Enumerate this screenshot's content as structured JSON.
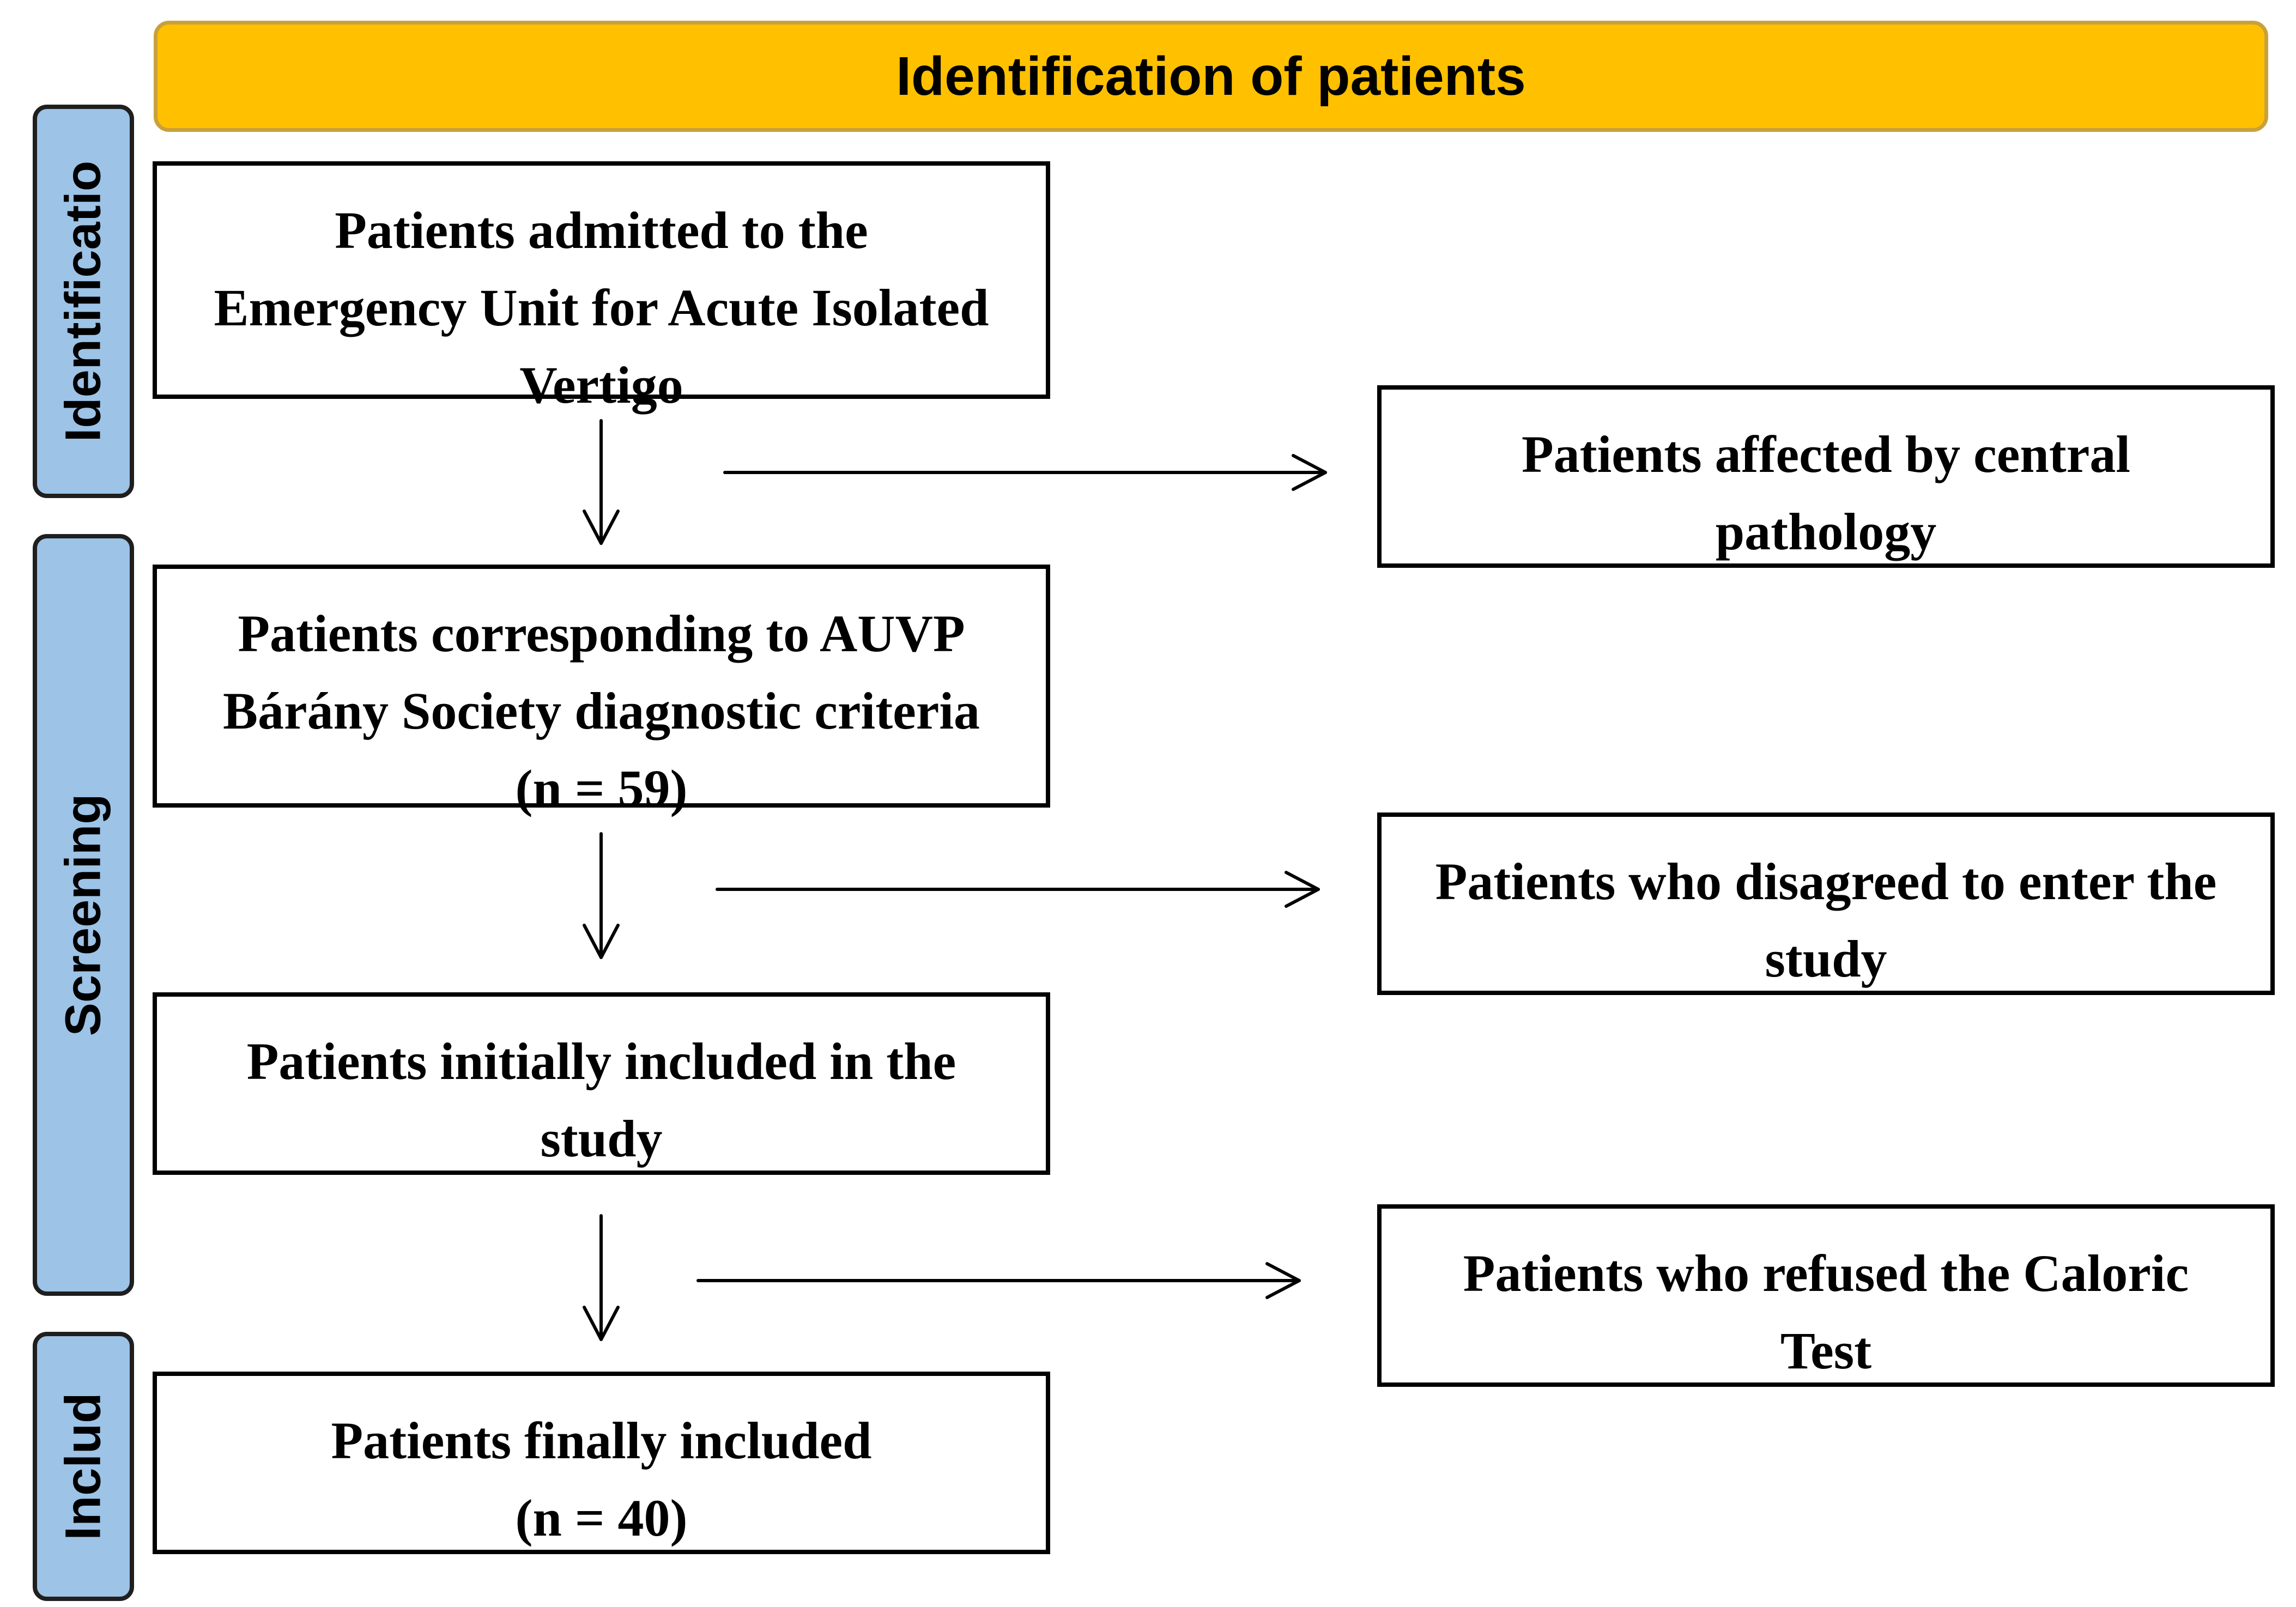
{
  "header": {
    "title": "Identification of patients"
  },
  "phases": {
    "identification": "Identificatio",
    "screening": "Screening",
    "included": "Includ"
  },
  "boxes": {
    "admitted": {
      "lines": [
        "Patients admitted to the",
        "Emergency Unit for Acute Isolated",
        "Vertigo"
      ]
    },
    "auvp": {
      "lines": [
        "Patients corresponding to AUVP",
        "Bárány Society diagnostic criteria",
        "(n = 59)"
      ]
    },
    "initially_included": {
      "lines": [
        "Patients initially included in the",
        "study"
      ]
    },
    "finally_included": {
      "lines": [
        "Patients finally included",
        "(n = 40)"
      ]
    },
    "central_pathology": {
      "lines": [
        "Patients affected by central",
        "pathology"
      ]
    },
    "disagreed": {
      "lines": [
        "Patients who disagreed to enter the",
        "study"
      ]
    },
    "refused_caloric": {
      "lines": [
        "Patients who refused the Caloric",
        "Test"
      ]
    }
  }
}
